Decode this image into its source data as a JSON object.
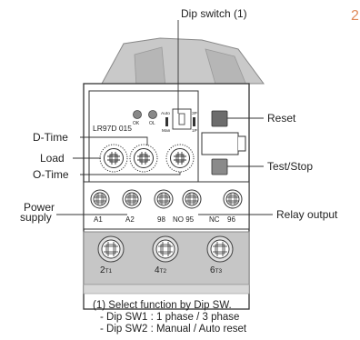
{
  "labels": {
    "dip_switch": "Dip switch (1)",
    "reset": "Reset",
    "test_stop": "Test/Stop",
    "d_time": "D-Time",
    "load": "Load",
    "o_time": "O-Time",
    "power_supply_line1": "Power",
    "power_supply_line2": "supply",
    "relay_output": "Relay output"
  },
  "device": {
    "model": "LR97D 015",
    "led_ok": "OK",
    "led_ol": "OL",
    "dip_auto": "Auto",
    "dip_man": "Man",
    "dip_3p": "3P",
    "dip_1p": "1P"
  },
  "terminals": {
    "a1": "A1",
    "a2": "A2",
    "t98": "98",
    "no95": "NO 95",
    "nc": "NC",
    "t96": "96"
  },
  "power_terminals": [
    {
      "main": "2",
      "sub": "T1"
    },
    {
      "main": "4",
      "sub": "T2"
    },
    {
      "main": "6",
      "sub": "T3"
    }
  ],
  "corner_mark": "2",
  "footnote": {
    "line1": "(1) Select function by Dip SW.",
    "line2": "- Dip SW1 : 1 phase / 3 phase",
    "line3": "- Dip SW2 : Manual / Auto reset"
  }
}
